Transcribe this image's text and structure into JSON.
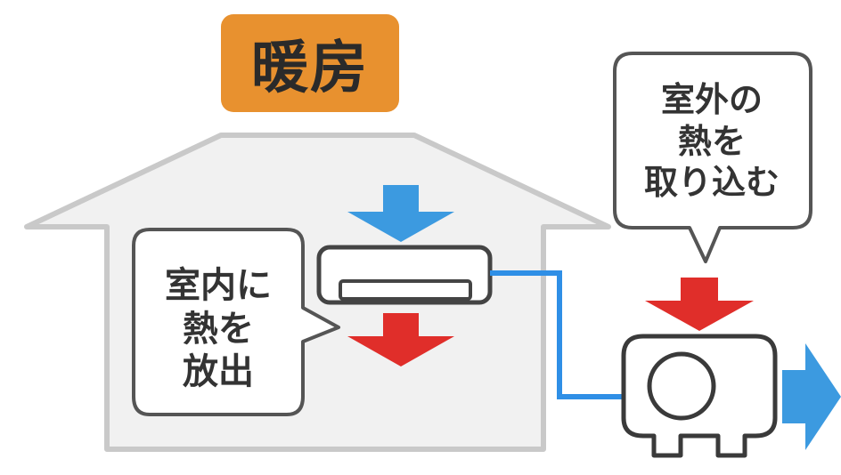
{
  "title": "暖房",
  "indoor_bubble": {
    "lines": [
      "室内に",
      "熱を",
      "放出"
    ]
  },
  "outdoor_bubble": {
    "lines": [
      "室外の",
      "熱を",
      "取り込む"
    ]
  },
  "colors": {
    "title_badge": "#E8912F",
    "house_fill": "#F1F1F1",
    "house_stroke": "#C9C9C9",
    "bubble_stroke": "#555555",
    "arrow_blue": "#3C9AE0",
    "arrow_red": "#E02E2A",
    "pipe": "#2F8FE6",
    "unit_stroke": "#3A3A3A"
  }
}
